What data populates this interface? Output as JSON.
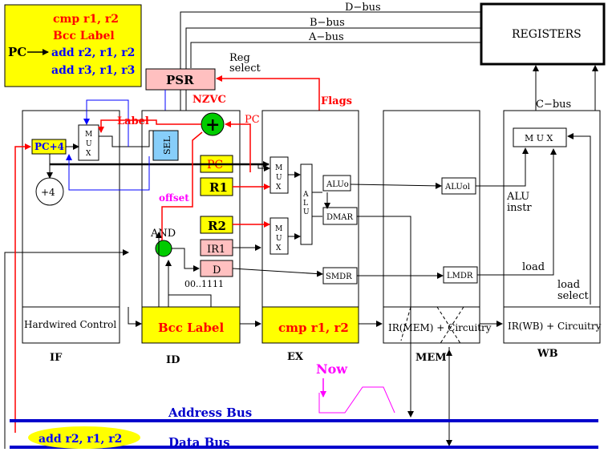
{
  "code_box": {
    "pc_label": "PC",
    "lines": [
      "cmp r1, r2",
      "Bcc Label",
      "add  r2, r1, r2",
      "add  r3, r1, r3"
    ]
  },
  "registers_label": "REGISTERS",
  "buses": {
    "d_bus": "D−bus",
    "b_bus": "B−bus",
    "a_bus": "A−bus",
    "c_bus": "C−bus"
  },
  "psr_label": "PSR",
  "reg_select": [
    "Reg",
    "select"
  ],
  "nzvc_label": "NZVC",
  "flags_label": "Flags",
  "label_label": "Label",
  "pc_arrow_label": "PC",
  "if_stage": {
    "pc_plus4": "PC+4",
    "mux": [
      "M",
      "U",
      "X"
    ],
    "plus4": "+4",
    "control": "Hardwired Control",
    "name": "IF"
  },
  "id_stage": {
    "sel": "SEL",
    "plus": "+",
    "pc": "PC",
    "r1": "R1",
    "offset": "offset",
    "r2": "R2",
    "and_label": "AND",
    "ir1": "IR1",
    "d": "D",
    "mask": "00..1111",
    "instr": "Bcc Label",
    "name": "ID"
  },
  "ex_stage": {
    "mux": [
      "M",
      "U",
      "X"
    ],
    "alu": [
      "A",
      "L",
      "U"
    ],
    "aluo": "ALUo",
    "dmar": "DMAR",
    "smdr": "SMDR",
    "instr": "cmp r1, r2",
    "name": "EX"
  },
  "mem_stage": {
    "aluol": "ALUol",
    "lmdr": "LMDR",
    "circuitry": "IR(MEM) + Circuitry",
    "name": "MEM"
  },
  "wb_stage": {
    "mux": "M U X",
    "alu_instr": [
      "ALU",
      "instr"
    ],
    "load": "load",
    "load_select": [
      "load",
      "select"
    ],
    "circuitry": "IR(WB) + Circuitry",
    "name": "WB"
  },
  "now_label": "Now",
  "address_bus": "Address Bus",
  "data_bus": "Data Bus",
  "data_bus_instr": "add  r2, r1, r2",
  "colors": {
    "yellow": "#ffff00",
    "pink": "#ffc0c0",
    "blue_box": "#87cefa",
    "green": "#00cc00",
    "red": "#ff0000",
    "blue": "#0000ff",
    "magenta": "#ff00ff",
    "bus_blue": "#0000cc"
  }
}
